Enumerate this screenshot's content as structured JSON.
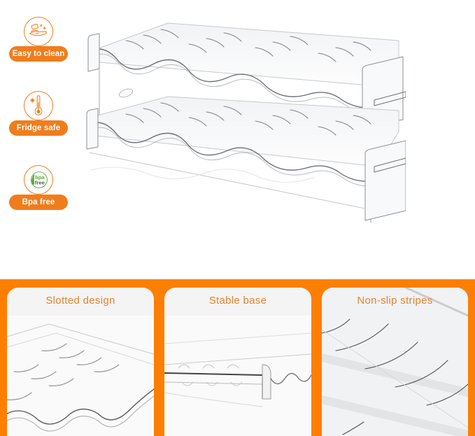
{
  "colors": {
    "accent_orange": "#fd7f02",
    "badge_orange": "#f07d1c",
    "panel_title": "#e8822e",
    "panel_bg": "#f4f4f5",
    "bpa_green": "#5aa63a"
  },
  "hero": {
    "product": {
      "name": "two-tier clear wine rack",
      "tiers": 2,
      "slots_per_tier": 4
    },
    "badges": [
      {
        "icon": "hand-washing-icon",
        "label": "Easy to clean"
      },
      {
        "icon": "thermometer-snowflake-icon",
        "label": "Fridge safe"
      },
      {
        "icon": "bpa-free-leaf-icon",
        "label": "Bpa free",
        "icon_text_top": "bpa",
        "icon_text_bottom": "free"
      }
    ]
  },
  "features": [
    {
      "title": "Slotted design",
      "photo": "wavy-slot-closeup"
    },
    {
      "title": "Stable base",
      "photo": "base-side-closeup"
    },
    {
      "title": "Non-slip stripes",
      "photo": "ridged-stripes-closeup"
    }
  ]
}
